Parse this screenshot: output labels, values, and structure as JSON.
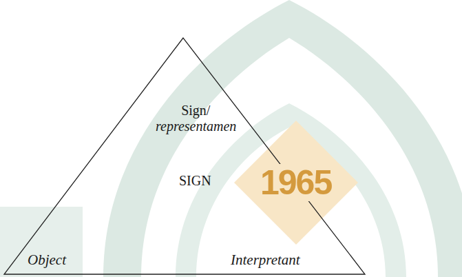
{
  "diagram": {
    "nodes": [
      {
        "text": [
          "Sign/ representamen",
          "SIGN",
          "Object",
          "Interpretant"
        ]
      }
    ],
    "labels": [
      "1965"
    ]
  }
}
